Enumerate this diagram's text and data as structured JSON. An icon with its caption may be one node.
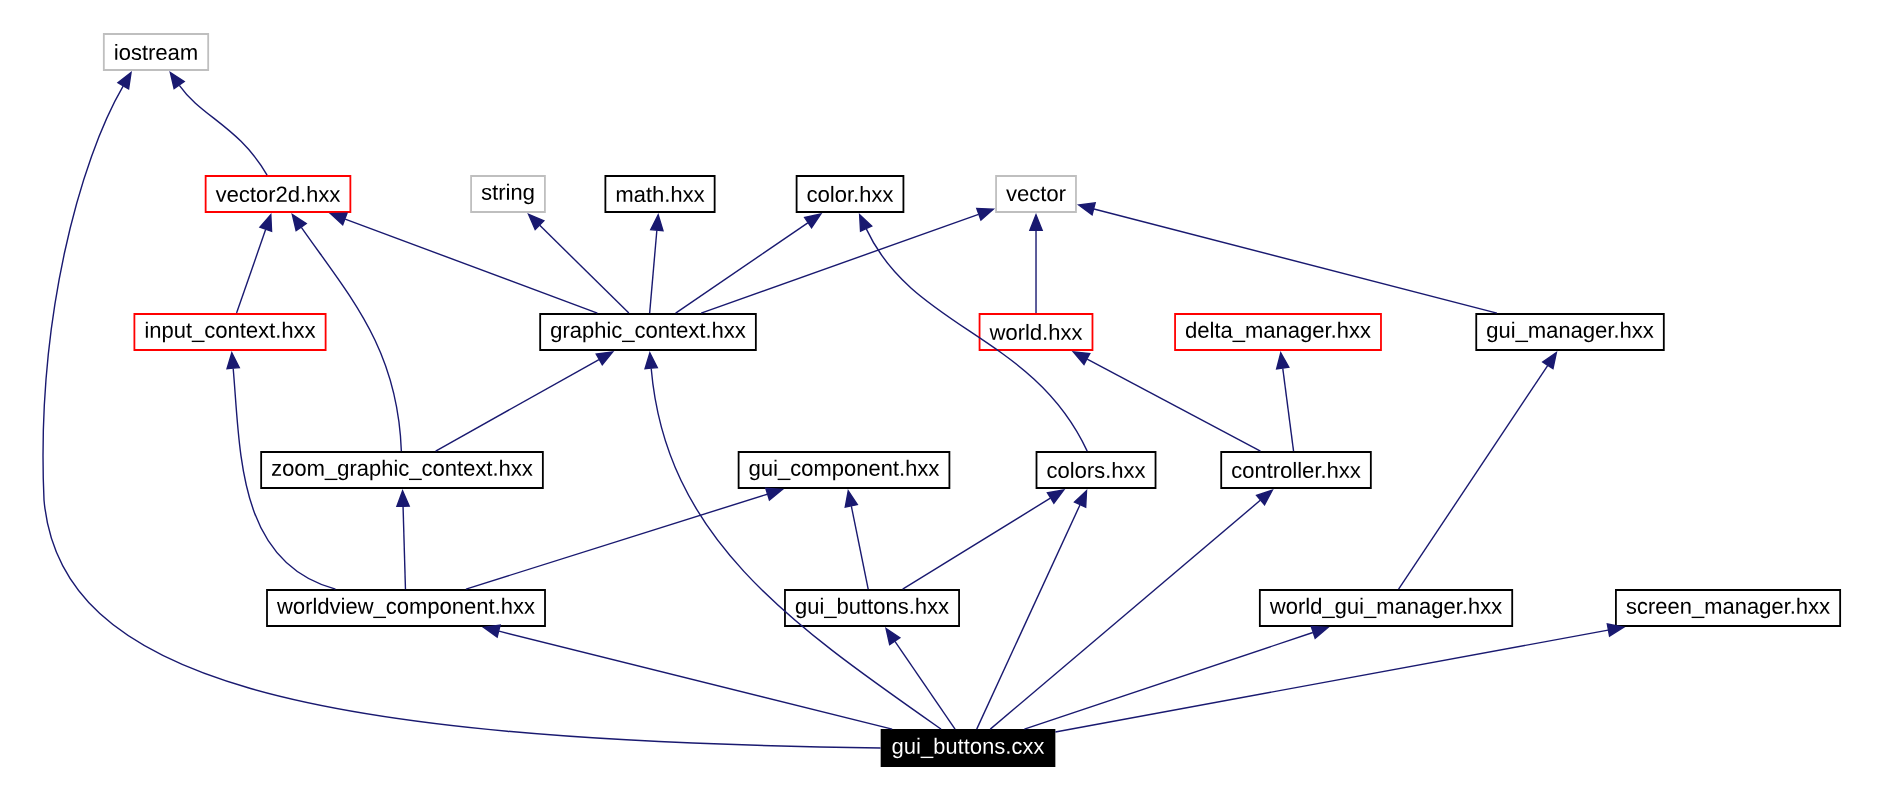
{
  "diagram": {
    "nodes": [
      {
        "text": [
          "iostream"
        ]
      },
      {
        "text": [
          "vector2d.hxx"
        ]
      },
      {
        "text": [
          "string"
        ]
      },
      {
        "text": [
          "math.hxx"
        ]
      },
      {
        "text": [
          "color.hxx"
        ]
      },
      {
        "text": [
          "vector"
        ]
      },
      {
        "text": [
          "input_context.hxx"
        ]
      },
      {
        "text": [
          "graphic_context.hxx"
        ]
      },
      {
        "text": [
          "world.hxx"
        ]
      },
      {
        "text": [
          "delta_manager.hxx"
        ]
      },
      {
        "text": [
          "gui_manager.hxx"
        ]
      },
      {
        "text": [
          "zoom_graphic_context.hxx"
        ]
      },
      {
        "text": [
          "gui_component.hxx"
        ]
      },
      {
        "text": [
          "colors.hxx"
        ]
      },
      {
        "text": [
          "controller.hxx"
        ]
      },
      {
        "text": [
          "worldview_component.hxx"
        ]
      },
      {
        "text": [
          "gui_buttons.hxx"
        ]
      },
      {
        "text": [
          "world_gui_manager.hxx"
        ]
      },
      {
        "text": [
          "screen_manager.hxx"
        ]
      },
      {
        "text": [
          "gui_buttons.cxx"
        ]
      }
    ],
    "edges": [
      {
        "from": 1,
        "to": 0,
        "arrow": "to"
      },
      {
        "from": 6,
        "to": 1,
        "arrow": "to"
      },
      {
        "from": 7,
        "to": 1,
        "arrow": "to"
      },
      {
        "from": 11,
        "to": 1,
        "arrow": "to"
      },
      {
        "from": 7,
        "to": 2,
        "arrow": "to"
      },
      {
        "from": 7,
        "to": 3,
        "arrow": "to"
      },
      {
        "from": 7,
        "to": 4,
        "arrow": "to"
      },
      {
        "from": 7,
        "to": 5,
        "arrow": "to"
      },
      {
        "from": 13,
        "to": 4,
        "arrow": "to"
      },
      {
        "from": 8,
        "to": 5,
        "arrow": "to"
      },
      {
        "from": 10,
        "to": 5,
        "arrow": "to"
      },
      {
        "from": 14,
        "to": 8,
        "arrow": "to"
      },
      {
        "from": 14,
        "to": 9,
        "arrow": "to"
      },
      {
        "from": 11,
        "to": 7,
        "arrow": "to"
      },
      {
        "from": 15,
        "to": 6,
        "arrow": "to"
      },
      {
        "from": 15,
        "to": 11,
        "arrow": "to"
      },
      {
        "from": 15,
        "to": 12,
        "arrow": "to"
      },
      {
        "from": 16,
        "to": 12,
        "arrow": "to"
      },
      {
        "from": 16,
        "to": 13,
        "arrow": "to"
      },
      {
        "from": 17,
        "to": 10,
        "arrow": "to"
      },
      {
        "from": 19,
        "to": 0,
        "arrow": "to"
      },
      {
        "from": 19,
        "to": 15,
        "arrow": "to"
      },
      {
        "from": 19,
        "to": 7,
        "arrow": "to"
      },
      {
        "from": 19,
        "to": 16,
        "arrow": "to"
      },
      {
        "from": 19,
        "to": 13,
        "arrow": "to"
      },
      {
        "from": 19,
        "to": 14,
        "arrow": "to"
      },
      {
        "from": 19,
        "to": 17,
        "arrow": "to"
      },
      {
        "from": 19,
        "to": 18,
        "arrow": "to"
      }
    ]
  }
}
